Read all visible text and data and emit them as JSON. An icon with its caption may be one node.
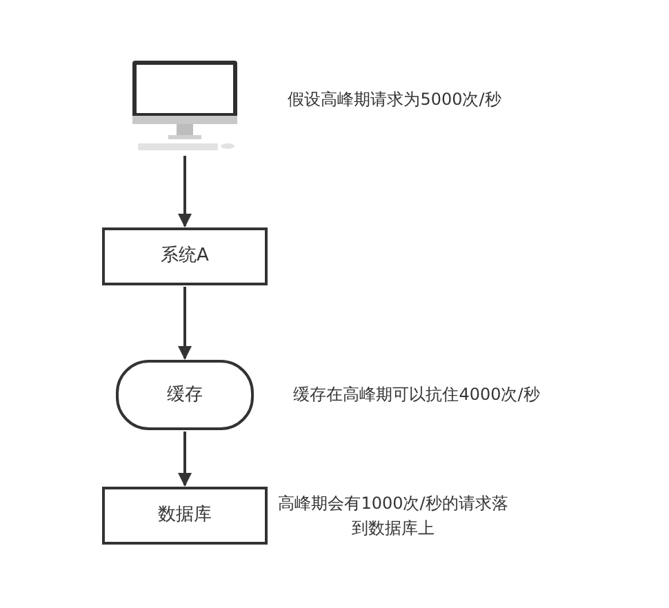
{
  "diagram": {
    "nodes": [
      {
        "text": [],
        "shape": "picture",
        "beside": [
          "假设高峰期请求为5000次/秒"
        ]
      },
      {
        "text": [
          "系统A"
        ]
      },
      {
        "text": [
          "缓存"
        ],
        "beside": [
          "缓存在高峰期可以抗住4000次/秒"
        ]
      },
      {
        "text": [
          "数据库"
        ],
        "beside": [
          "高峰期会有1000次/秒的请求落到数据库上"
        ]
      }
    ],
    "edges": [
      {
        "from": 0,
        "to": 1,
        "arrow": "to"
      },
      {
        "from": 1,
        "to": 2,
        "arrow": "to"
      },
      {
        "from": 2,
        "to": 3,
        "arrow": "to"
      }
    ]
  }
}
